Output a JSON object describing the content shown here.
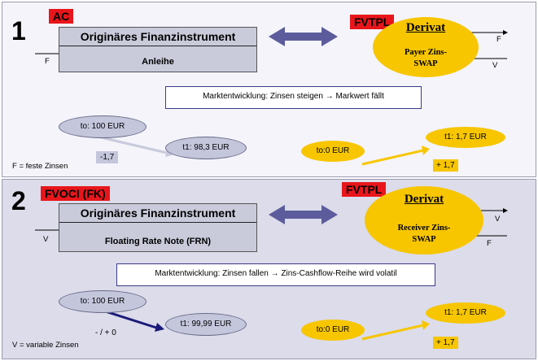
{
  "panel1": {
    "number": "1",
    "tag_left": "AC",
    "instrument_title": "Originäres Finanzinstrument",
    "instrument_sub": "Anleihe",
    "flow_left": "F",
    "tag_right": "FVTPL",
    "derivat_title": "Derivat",
    "derivat_sub_1": "Payer Zins-",
    "derivat_sub_2": "SWAP",
    "flow_derivat_top": "F",
    "flow_derivat_bottom": "V",
    "market": "Marktentwicklung:  Zinsen steigen → Markwert fällt",
    "t0_left": "to: 100 EUR",
    "t1_left": "t1: 98,3 EUR",
    "delta_left": "-1,7",
    "legend": "F = feste Zinsen",
    "t0_right": "to:0 EUR",
    "t1_right": "t1: 1,7 EUR",
    "delta_right": "+ 1,7"
  },
  "panel2": {
    "number": "2",
    "tag_left": "FVOCI (FK)",
    "instrument_title": "Originäres Finanzinstrument",
    "instrument_sub": "Floating Rate Note (FRN)",
    "flow_left": "V",
    "tag_right": "FVTPL",
    "derivat_title": "Derivat",
    "derivat_sub_1": "Receiver Zins-",
    "derivat_sub_2": "SWAP",
    "flow_derivat_top": "V",
    "flow_derivat_bottom": "F",
    "market": "Marktentwicklung:  Zinsen fallen → Zins-Cashflow-Reihe wird volatil",
    "t0_left": "to: 100 EUR",
    "t1_left": "t1: 99,99 EUR",
    "delta_left": "- / + 0",
    "legend": "V = variable  Zinsen",
    "t0_right": "to:0 EUR",
    "t1_right": "t1: 1,7 EUR",
    "delta_right": "+ 1,7"
  },
  "colors": {
    "tag_red": "#e8161b",
    "derivat_gold": "#f7c600",
    "instrument_grey": "#c9cbdb",
    "double_arrow": "#5c5c9c"
  }
}
